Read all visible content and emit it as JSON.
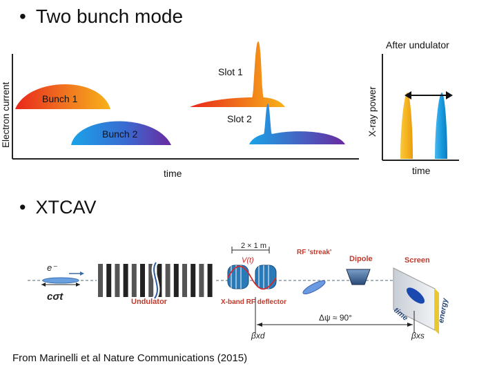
{
  "title": "Two bunch mode",
  "left_panel": {
    "ylabel": "Electron current",
    "xlabel": "time",
    "bunch1_label": "Bunch 1",
    "bunch2_label": "Bunch 2",
    "slot1_label": "Slot 1",
    "slot2_label": "Slot 2"
  },
  "right_panel": {
    "title": "After undulator",
    "ylabel": "X-ray power",
    "xlabel": "time"
  },
  "section2_title": "XTCAV",
  "schematic": {
    "electron_label": "e⁻",
    "bunch_length_label": "cσt",
    "undulator_label": "Undulator",
    "length_label": "2 × 1 m",
    "voltage_label": "V(t)",
    "rf_label": "RF 'streak'",
    "deflector_label": "X-band RF deflector",
    "dipole_label": "Dipole",
    "screen_label": "Screen",
    "screen_time_label": "time",
    "screen_energy_label": "energy",
    "phase_label": "Δψ ≈ 90°",
    "beta_d_label": "βxd",
    "beta_s_label": "βxs"
  },
  "credit": "From Marinelli et al Nature Communications (2015)",
  "colors": {
    "bunch1_start": "#e8271a",
    "bunch1_end": "#f7b21a",
    "bunch2_start": "#1aa3e8",
    "bunch2_end": "#6a2aa0",
    "pulse_yellow": "#f5b520",
    "pulse_blue": "#1a9be0"
  }
}
